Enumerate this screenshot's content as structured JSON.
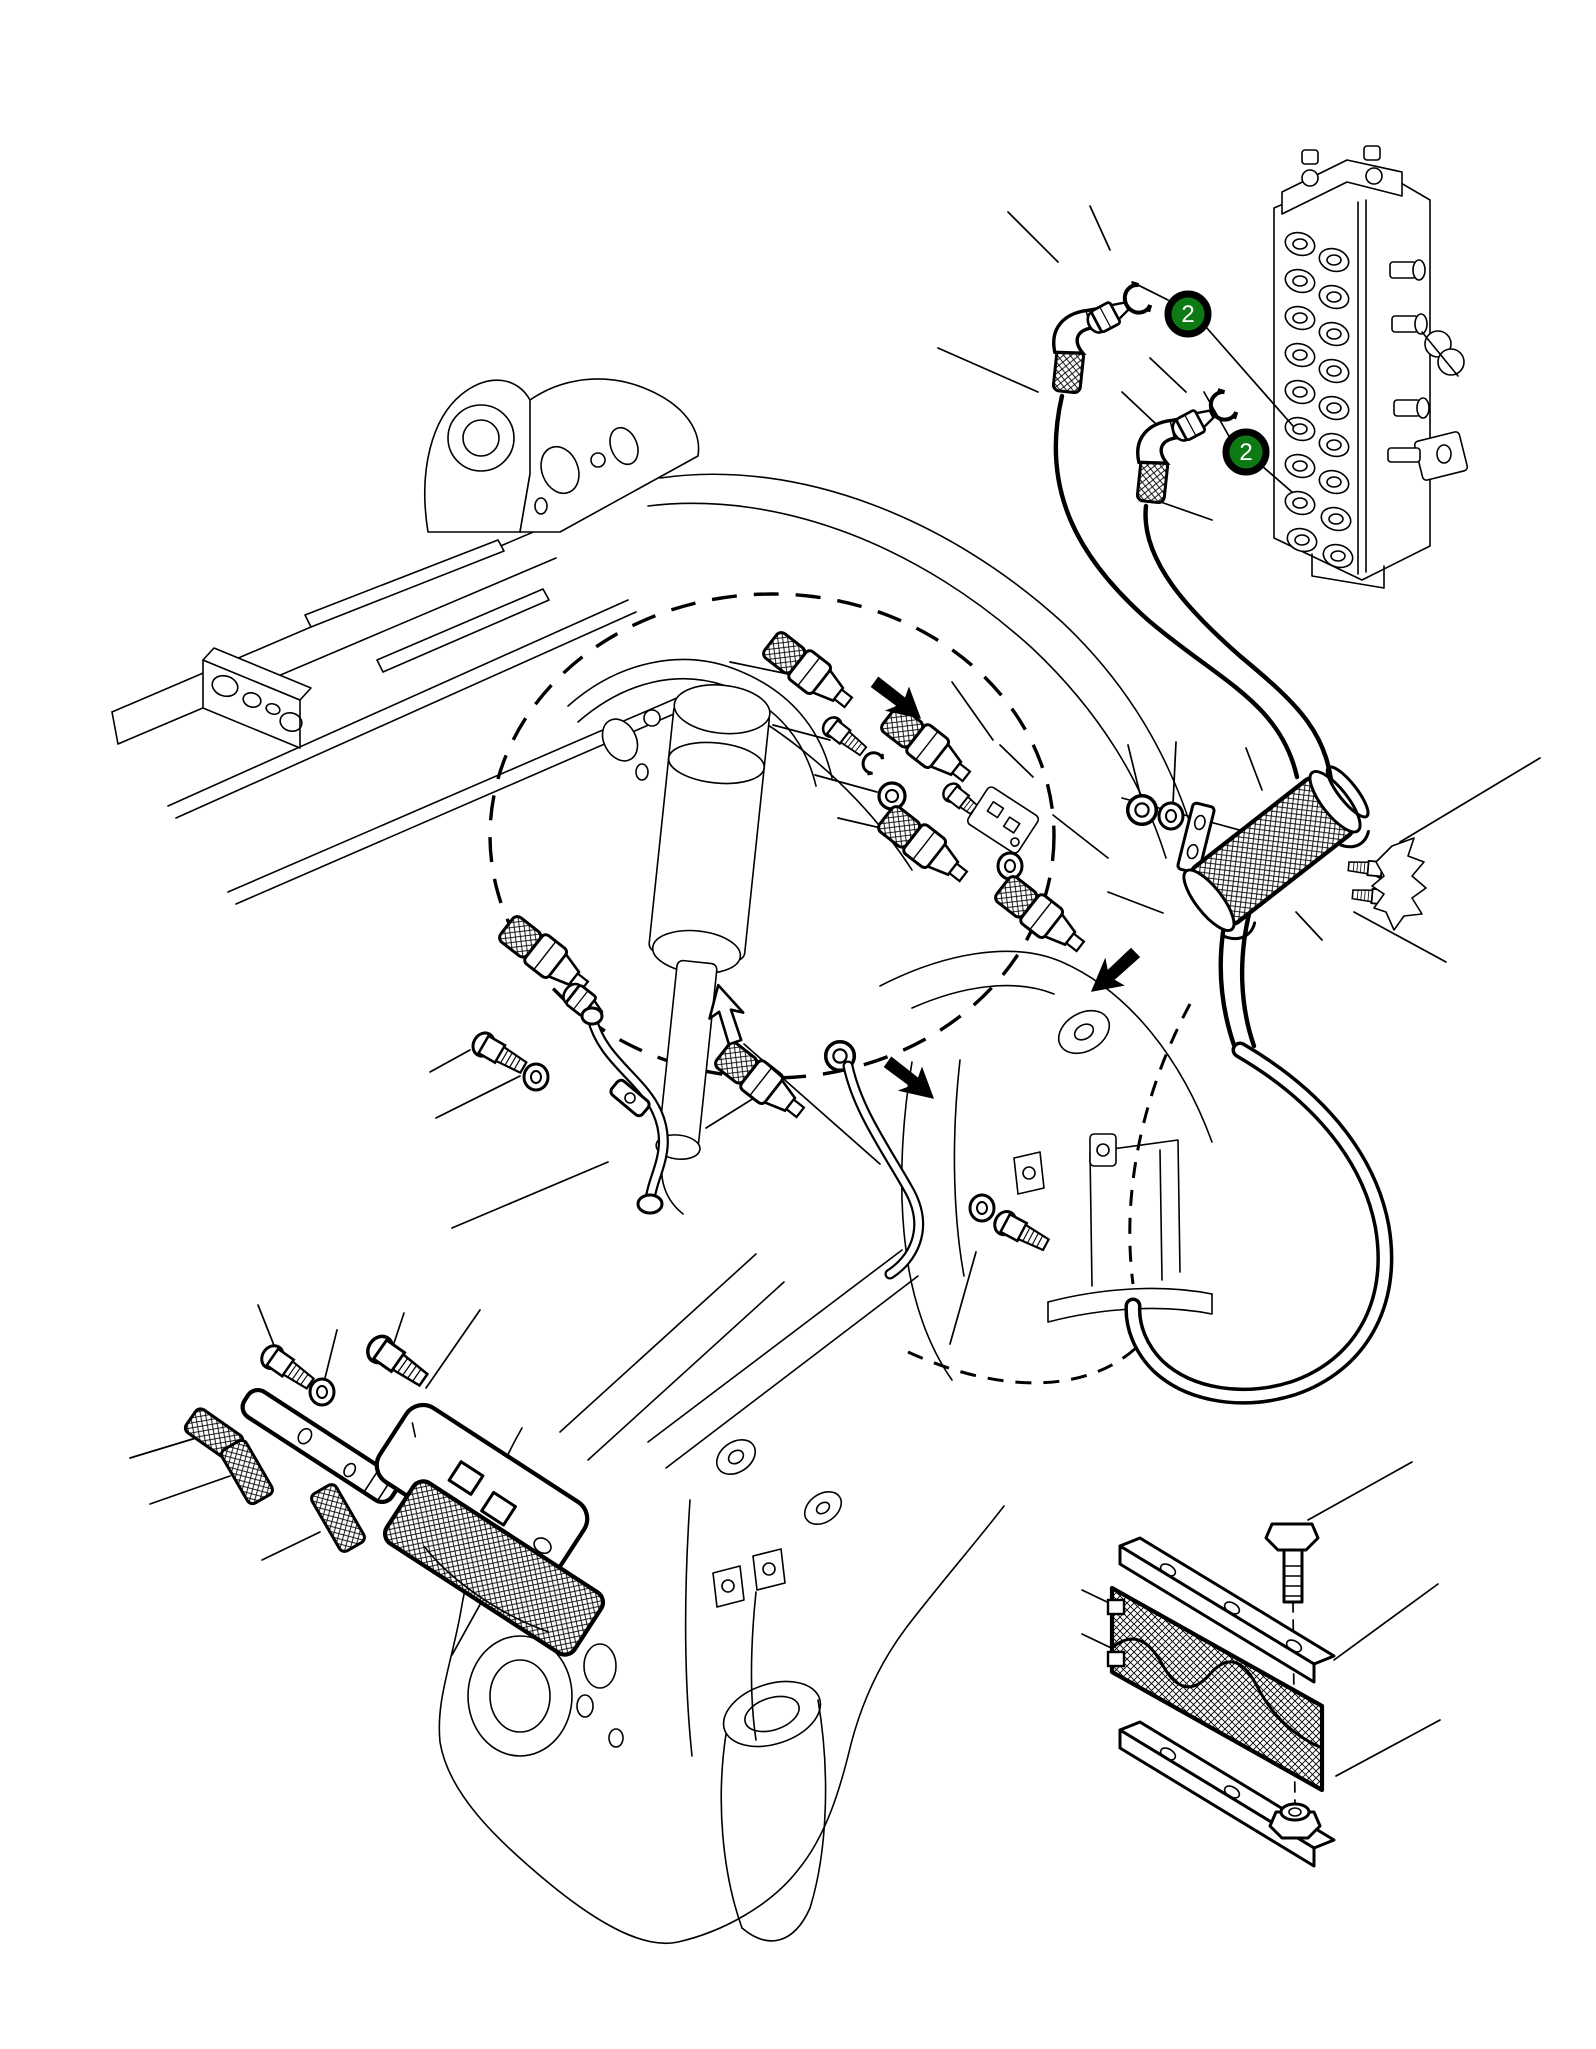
{
  "diagram": {
    "kind": "exploded-parts-diagram",
    "subject": "excavator-boom-hydraulic-piping",
    "background_color": "#ffffff",
    "line_color": "#000000",
    "callouts": {
      "balloon_fill": "#0e7a14",
      "balloon_ring": "#000000",
      "balloon_text_color": "#ffffff",
      "items": [
        {
          "label": "2"
        },
        {
          "label": "2"
        }
      ]
    }
  }
}
